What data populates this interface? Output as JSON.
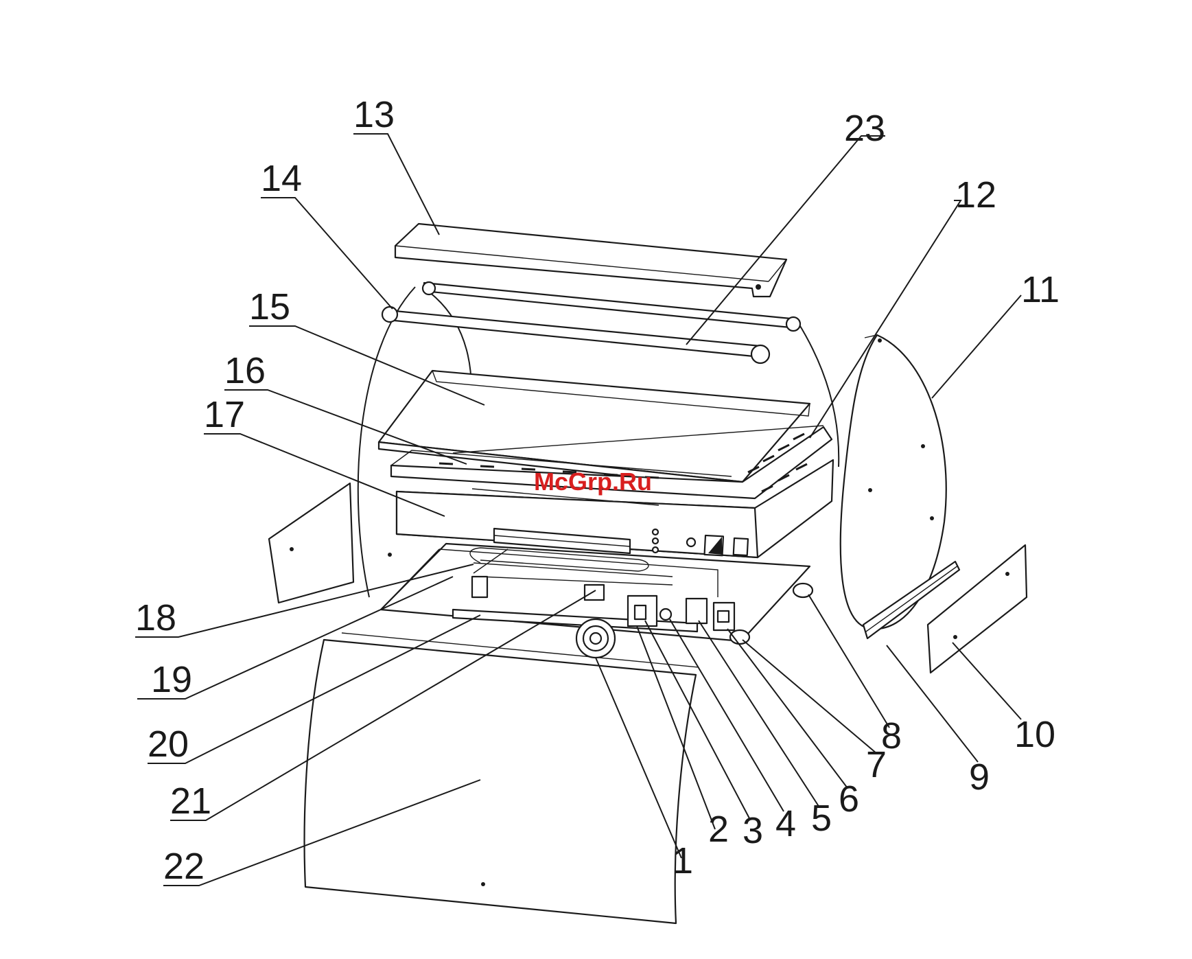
{
  "diagram": {
    "watermark": "McGrp.Ru",
    "callouts": [
      {
        "id": "13",
        "label": "13"
      },
      {
        "id": "14",
        "label": "14"
      },
      {
        "id": "15",
        "label": "15"
      },
      {
        "id": "16",
        "label": "16"
      },
      {
        "id": "17",
        "label": "17"
      },
      {
        "id": "18",
        "label": "18"
      },
      {
        "id": "19",
        "label": "19"
      },
      {
        "id": "20",
        "label": "20"
      },
      {
        "id": "21",
        "label": "21"
      },
      {
        "id": "22",
        "label": "22"
      },
      {
        "id": "23",
        "label": "23"
      },
      {
        "id": "12",
        "label": "12"
      },
      {
        "id": "11",
        "label": "11"
      },
      {
        "id": "10",
        "label": "10"
      },
      {
        "id": "9",
        "label": "9"
      },
      {
        "id": "8",
        "label": "8"
      },
      {
        "id": "7",
        "label": "7"
      },
      {
        "id": "6",
        "label": "6"
      },
      {
        "id": "5",
        "label": "5"
      },
      {
        "id": "4",
        "label": "4"
      },
      {
        "id": "3",
        "label": "3"
      },
      {
        "id": "2",
        "label": "2"
      },
      {
        "id": "1",
        "label": "1"
      }
    ]
  }
}
